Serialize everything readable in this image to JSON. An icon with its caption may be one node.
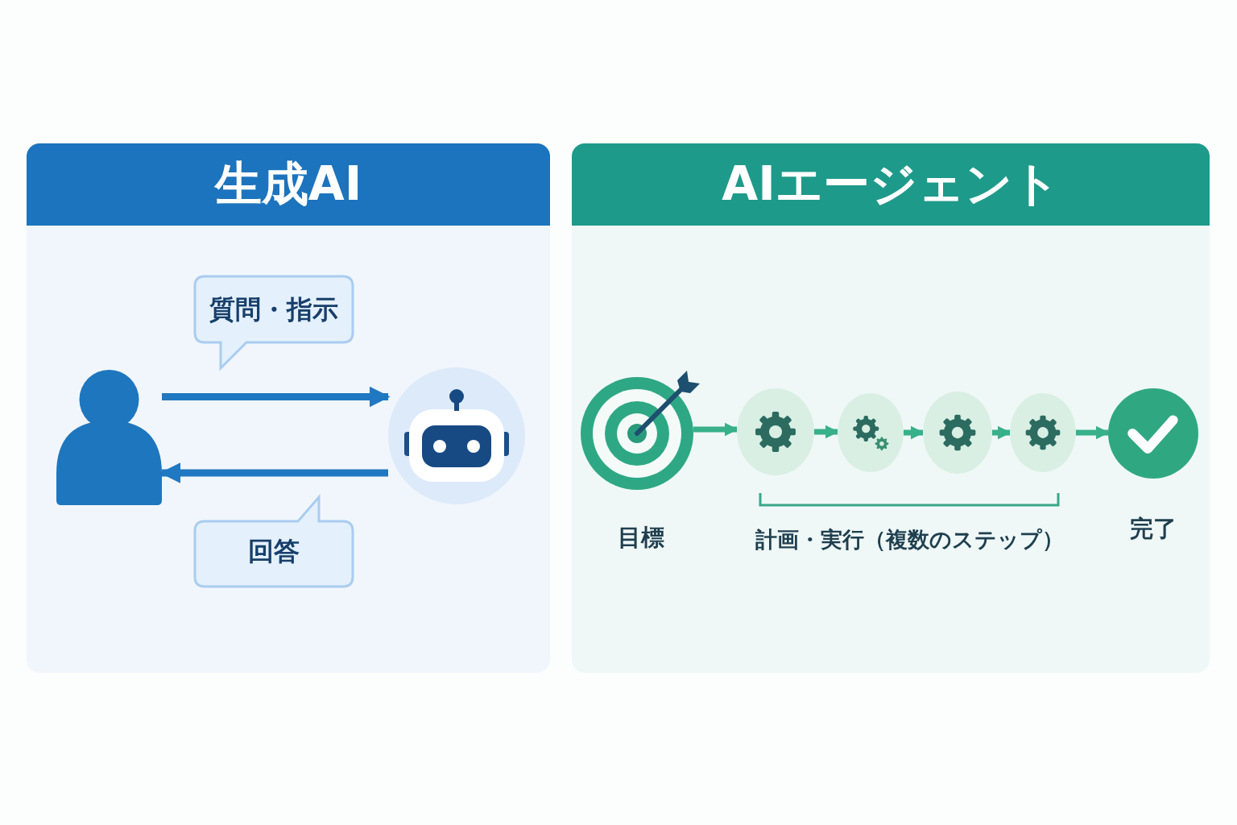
{
  "diagram": {
    "nodes": [
      {
        "text": [
          "生成AI"
        ]
      },
      {
        "text": [
          "質問・指示"
        ],
        "in": 0
      },
      {
        "text": [],
        "shape": "person",
        "in": 0
      },
      {
        "text": [],
        "shape": "circle",
        "in": 0
      },
      {
        "text": [
          "回答"
        ],
        "in": 0
      },
      {
        "text": [
          "AIエージェント"
        ]
      },
      {
        "text": [],
        "shape": "circle",
        "in": 5,
        "beside": [
          "目標"
        ]
      },
      {
        "text": [],
        "shape": "circle",
        "in": 5
      },
      {
        "text": [],
        "shape": "circle",
        "in": 5
      },
      {
        "text": [],
        "shape": "circle",
        "in": 5
      },
      {
        "text": [],
        "shape": "circle",
        "in": 5
      },
      {
        "text": [],
        "shape": "circle",
        "in": 5,
        "beside": [
          "完了"
        ]
      }
    ],
    "edges": [
      {
        "from": 2,
        "to": 3,
        "arrow": "to",
        "color": "#1f78c1"
      },
      {
        "from": 3,
        "to": 2,
        "arrow": "to",
        "color": "#1f78c1"
      },
      {
        "from": 6,
        "to": 7,
        "arrow": "to"
      },
      {
        "from": 7,
        "to": 8,
        "arrow": "to"
      },
      {
        "from": 8,
        "to": 9,
        "arrow": "to"
      },
      {
        "from": 9,
        "to": 10,
        "arrow": "to"
      },
      {
        "from": 10,
        "to": 11,
        "arrow": "to"
      }
    ],
    "labels": [
      "計画・実行（複数のステップ）"
    ]
  }
}
